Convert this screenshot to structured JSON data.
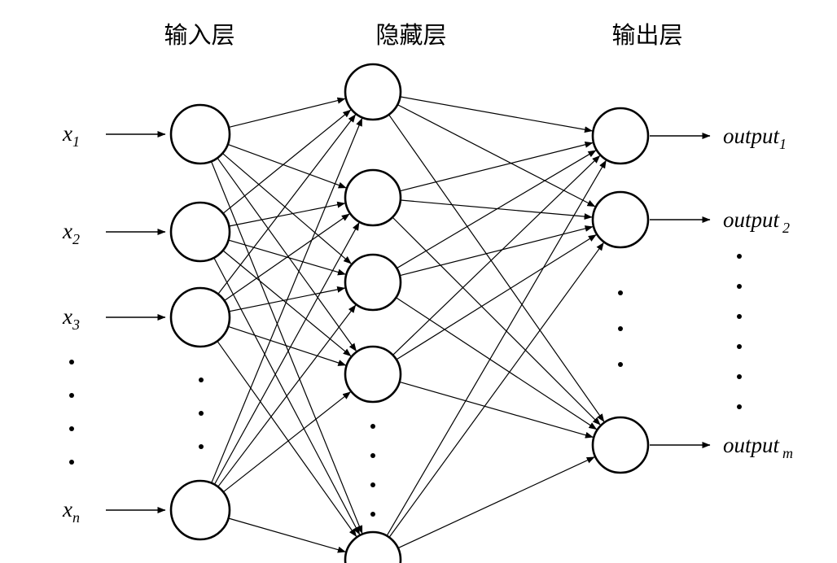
{
  "diagram": {
    "title": "BP neural network structure",
    "colors": {
      "node_fill": "#ffffff",
      "stroke": "#000000",
      "background": "#ffffff"
    },
    "layer_titles": {
      "input": "输入层",
      "hidden": "隐藏层",
      "output": "输出层"
    },
    "input_labels": [
      {
        "base": "x",
        "sub": "1"
      },
      {
        "base": "x",
        "sub": "2"
      },
      {
        "base": "x",
        "sub": "3"
      },
      {
        "base": "x",
        "sub": "n"
      }
    ],
    "output_labels": [
      {
        "base": "output",
        "sub": "1"
      },
      {
        "base": "output",
        "sub": "2"
      },
      {
        "base": "output",
        "sub": "m"
      }
    ],
    "node_counts": {
      "input_visible": 4,
      "hidden_visible": 5,
      "output_visible": 3
    }
  }
}
